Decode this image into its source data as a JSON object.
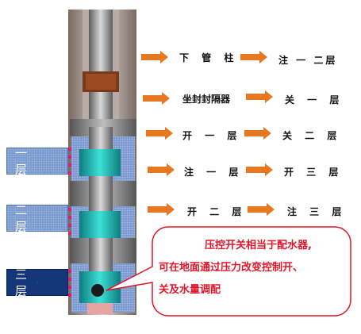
{
  "layers": [
    {
      "label": "一 层"
    },
    {
      "label": "二 层"
    },
    {
      "label": "三 层"
    }
  ],
  "steps": [
    {
      "left": "下 管 柱",
      "right": "注 一 二层"
    },
    {
      "left": "坐封封隔器",
      "right": "关 一 层"
    },
    {
      "left": "开 一 层",
      "right": "关 二 层"
    },
    {
      "left": "注 一 层",
      "right": "开 三 层"
    },
    {
      "left": "开 二 层",
      "right": "注 三 层"
    }
  ],
  "callout": {
    "line1": "压控开关相当于配水器,",
    "line2": "可在地面通过压力改变控制开、",
    "line3": "关及水量调配"
  },
  "colors": {
    "arrow": "#e87722",
    "callout_border": "#e0162b",
    "callout_text": "#e0162b",
    "valve": "#1ab0b0",
    "layer_label": "#6f93c9"
  }
}
